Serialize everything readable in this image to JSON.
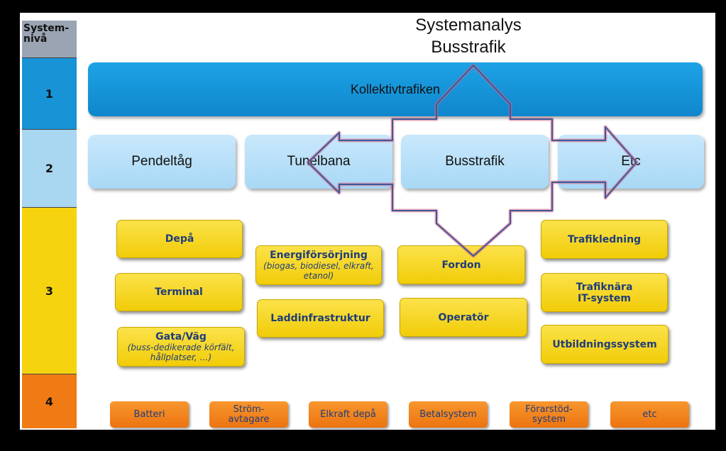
{
  "level_header": "System-\nnivå",
  "levels": [
    "1",
    "2",
    "3",
    "4"
  ],
  "title_line1": "Systemanalys",
  "title_line2": "Busstrafik",
  "level1_box": "Kollektivtrafiken",
  "level2_boxes": [
    "Pendeltåg",
    "Tunelbana",
    "Busstrafik",
    "Etc"
  ],
  "level3": {
    "depa": "Depå",
    "terminal": "Terminal",
    "gata_title": "Gata/Väg",
    "gata_sub": "(buss-dedikerade körfält, hållplatser, …)",
    "energi_title": "Energiförsörjning",
    "energi_sub": "(biogas, biodiesel, elkraft, etanol)",
    "laddinfra": "Laddinfrastruktur",
    "fordon": "Fordon",
    "operator": "Operatör",
    "trafikledning": "Trafikledning",
    "trafiknara": "Trafiknära\nIT-system",
    "utbildning": "Utbildningssystem"
  },
  "level4_boxes": [
    "Batteri",
    "Ström-\navtagare",
    "Elkraft depå",
    "Betalsystem",
    "Förarstöd-\nsystem",
    "etc"
  ],
  "colors": {
    "level1": "#1793d6",
    "level2": "#a9d6f0",
    "level3": "#f5d40f",
    "level4": "#f07a14",
    "arrow_stroke": "#3a5a9a",
    "arrow_highlight": "#e06080"
  }
}
